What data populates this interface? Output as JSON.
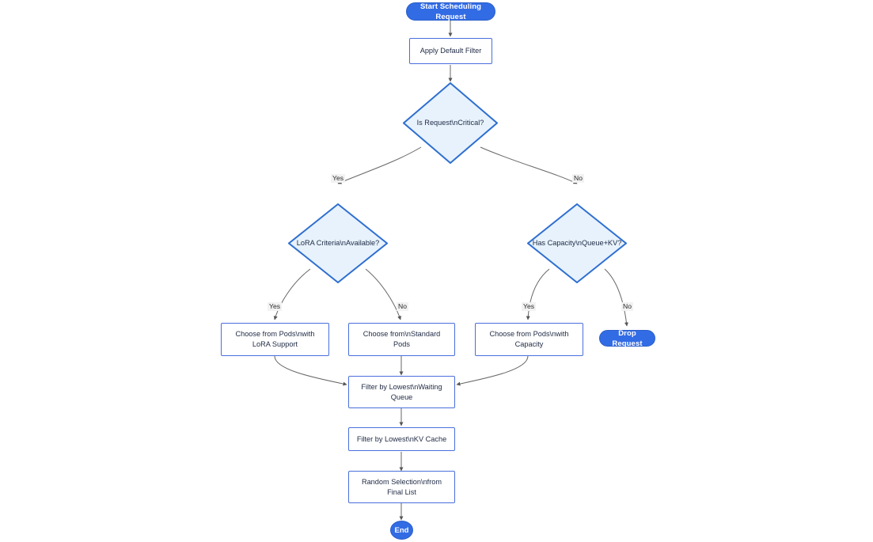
{
  "diagram": {
    "type": "flowchart",
    "title": "Start Scheduling Request",
    "colors": {
      "terminal_fill": "#326ce5",
      "terminal_text": "#ffffff",
      "process_fill": "#ffffff",
      "process_border": "#4a6fdc",
      "process_text": "#1f2a44",
      "decision_fill": "#e7f2fd",
      "decision_border": "#2f6fd0",
      "edge_stroke": "#666666",
      "edge_label_bg": "#f2f2f2"
    },
    "nodes": {
      "start": {
        "label": "Start Scheduling Request",
        "shape": "stadium"
      },
      "apply_default_filter": {
        "label": "Apply Default Filter",
        "shape": "rect"
      },
      "is_request_critical": {
        "label": "Is Request\\nCritical?",
        "shape": "diamond"
      },
      "lora_criteria_available": {
        "label": "LoRA Criteria\\nAvailable?",
        "shape": "diamond"
      },
      "has_capacity_queue_kv": {
        "label": "Has Capacity\\nQueue+KV?",
        "shape": "diamond"
      },
      "choose_lora_pods": {
        "label_line1": "Choose from Pods\\nwith",
        "label_line2": "LoRA Support",
        "shape": "rect"
      },
      "choose_standard_pods": {
        "label_line1": "Choose from\\nStandard",
        "label_line2": "Pods",
        "shape": "rect"
      },
      "choose_capacity_pods": {
        "label_line1": "Choose from Pods\\nwith",
        "label_line2": "Capacity",
        "shape": "rect"
      },
      "drop_request": {
        "label": "Drop Request",
        "shape": "stadium"
      },
      "filter_waiting_queue": {
        "label_line1": "Filter by Lowest\\nWaiting",
        "label_line2": "Queue",
        "shape": "rect"
      },
      "filter_kv_cache": {
        "label": "Filter by Lowest\\nKV Cache",
        "shape": "rect"
      },
      "random_selection": {
        "label_line1": "Random Selection\\nfrom",
        "label_line2": "Final List",
        "shape": "rect"
      },
      "end": {
        "label": "End",
        "shape": "circle"
      }
    },
    "edge_labels": {
      "critical_yes": "Yes",
      "critical_no": "No",
      "lora_yes": "Yes",
      "lora_no": "No",
      "capacity_yes": "Yes",
      "capacity_no": "No"
    }
  }
}
